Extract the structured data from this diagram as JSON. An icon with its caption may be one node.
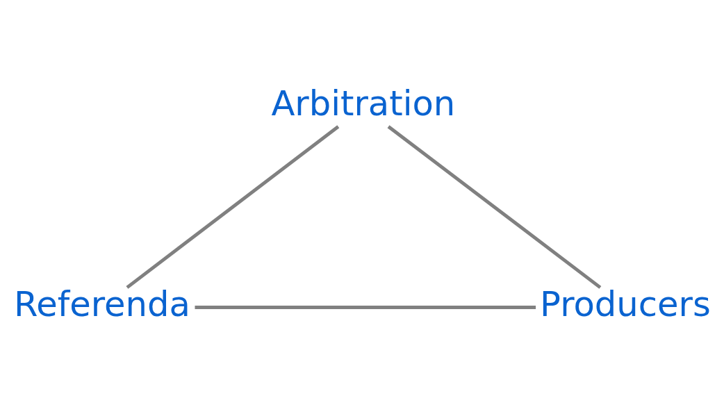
{
  "diagram": {
    "nodes": [
      {
        "text": [
          "Arbitration"
        ]
      },
      {
        "text": [
          "Referenda"
        ]
      },
      {
        "text": [
          "Producers"
        ]
      }
    ],
    "edges": [
      {
        "from": 0,
        "to": 1,
        "arrow": "none"
      },
      {
        "from": 1,
        "to": 2,
        "arrow": "none"
      },
      {
        "from": 2,
        "to": 0,
        "arrow": "none"
      }
    ]
  }
}
